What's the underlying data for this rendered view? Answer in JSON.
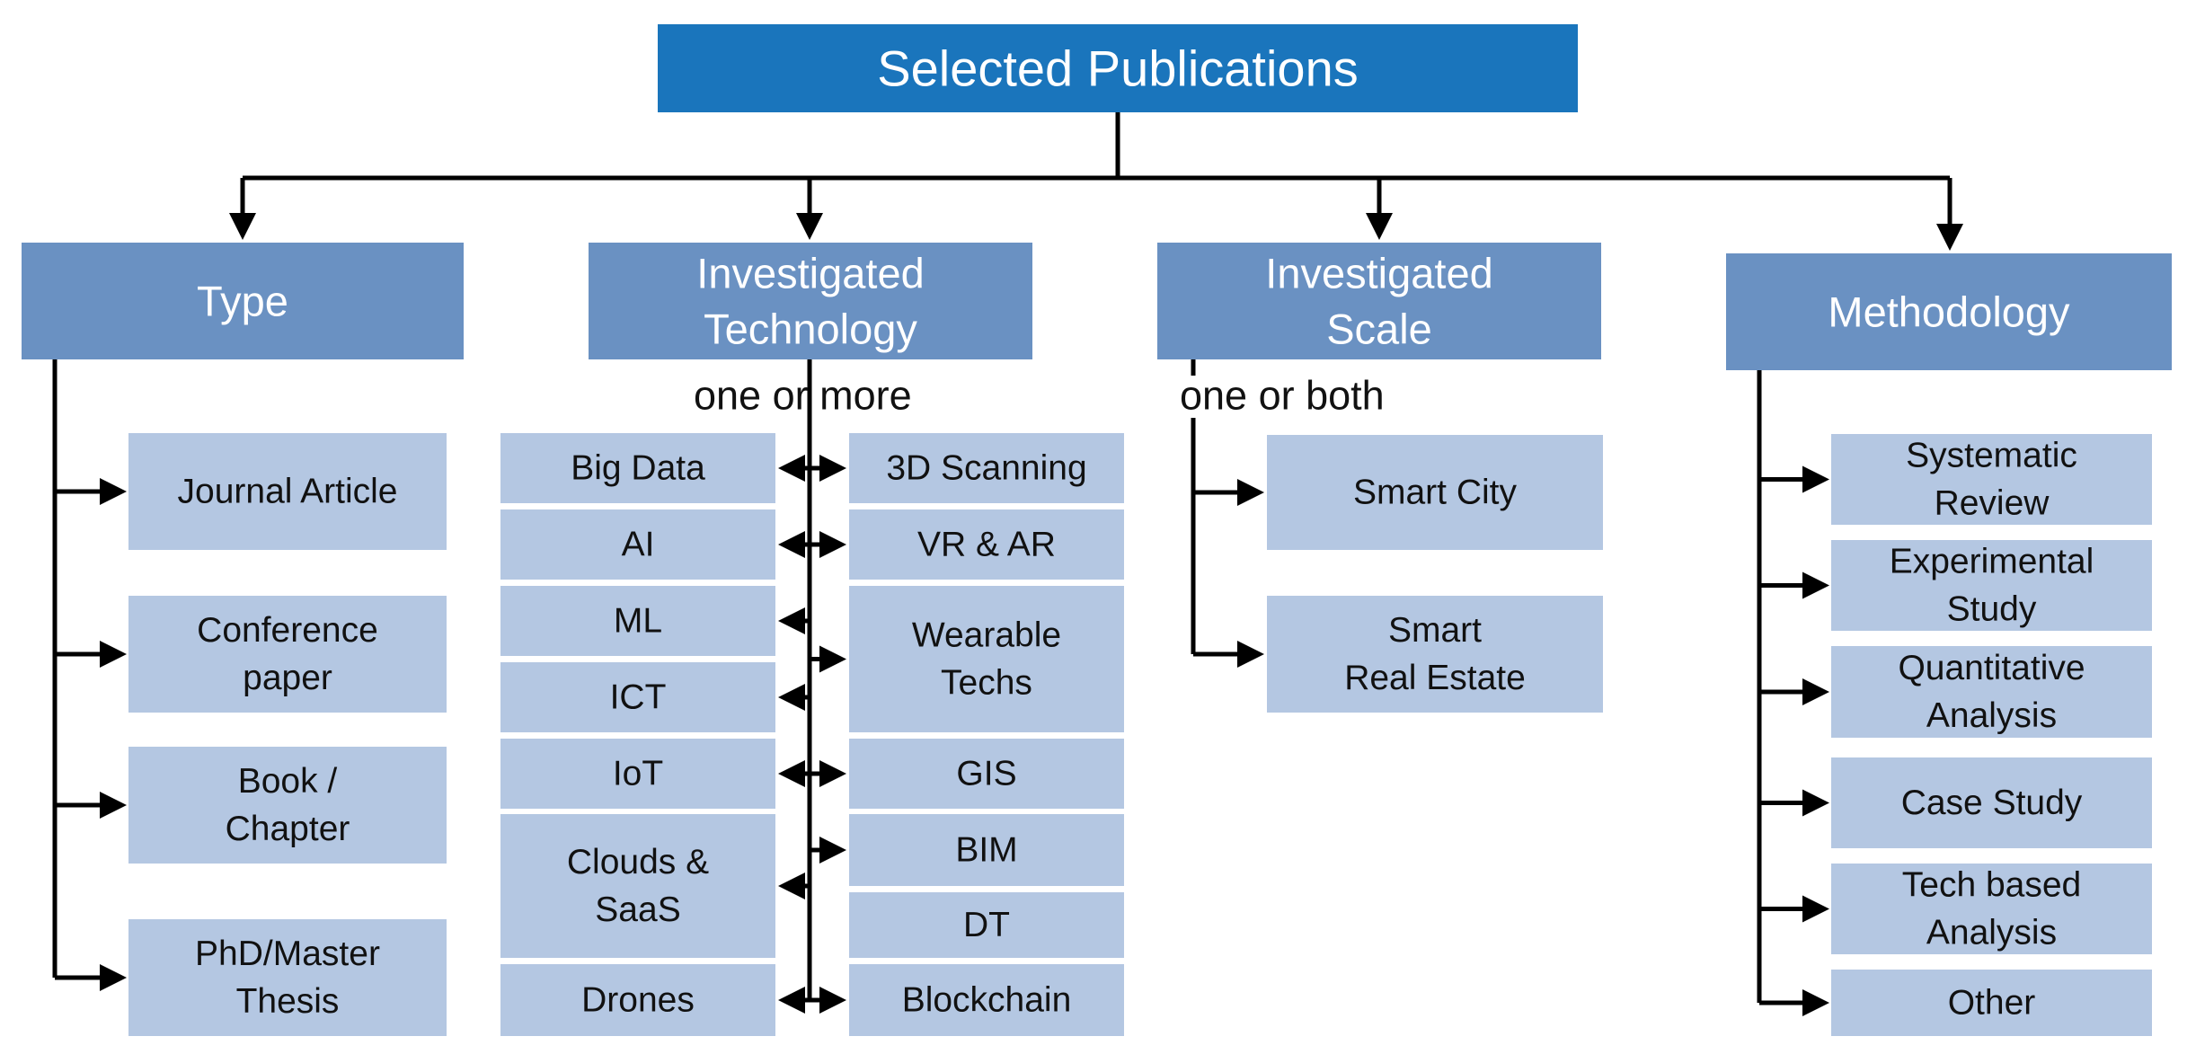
{
  "root": {
    "label": "Selected Publications"
  },
  "colors": {
    "root_fill": "#1a75bc",
    "header_fill": "#6a91c2",
    "leaf_fill": "#b4c7e2",
    "line": "#000000"
  },
  "categories": [
    {
      "id": "type",
      "label": [
        "Type"
      ],
      "items": [
        {
          "label": [
            "Journal Article"
          ]
        },
        {
          "label": [
            "Conference",
            "paper"
          ]
        },
        {
          "label": [
            "Book /",
            "Chapter"
          ]
        },
        {
          "label": [
            "PhD/Master",
            "Thesis"
          ]
        }
      ]
    },
    {
      "id": "technology",
      "label": [
        "Investigated",
        "Technology"
      ],
      "note": "one or more",
      "left_items": [
        {
          "label": [
            "Big Data"
          ]
        },
        {
          "label": [
            "AI"
          ]
        },
        {
          "label": [
            "ML"
          ]
        },
        {
          "label": [
            "ICT"
          ]
        },
        {
          "label": [
            "IoT"
          ]
        },
        {
          "label": [
            "Clouds &",
            "SaaS"
          ]
        },
        {
          "label": [
            "Drones"
          ]
        }
      ],
      "right_items": [
        {
          "label": [
            "3D Scanning"
          ]
        },
        {
          "label": [
            "VR & AR"
          ]
        },
        {
          "label": [
            "Wearable",
            "Techs"
          ]
        },
        {
          "label": [
            "GIS"
          ]
        },
        {
          "label": [
            "BIM"
          ]
        },
        {
          "label": [
            "DT"
          ]
        },
        {
          "label": [
            "Blockchain"
          ]
        }
      ]
    },
    {
      "id": "scale",
      "label": [
        "Investigated",
        "Scale"
      ],
      "note": "one or both",
      "items": [
        {
          "label": [
            "Smart City"
          ]
        },
        {
          "label": [
            "Smart",
            "Real Estate"
          ]
        }
      ]
    },
    {
      "id": "methodology",
      "label": [
        "Methodology"
      ],
      "items": [
        {
          "label": [
            "Systematic",
            "Review"
          ]
        },
        {
          "label": [
            "Experimental",
            "Study"
          ]
        },
        {
          "label": [
            "Quantitative",
            "Analysis"
          ]
        },
        {
          "label": [
            "Case Study"
          ]
        },
        {
          "label": [
            "Tech based",
            "Analysis"
          ]
        },
        {
          "label": [
            "Other"
          ]
        }
      ]
    }
  ]
}
